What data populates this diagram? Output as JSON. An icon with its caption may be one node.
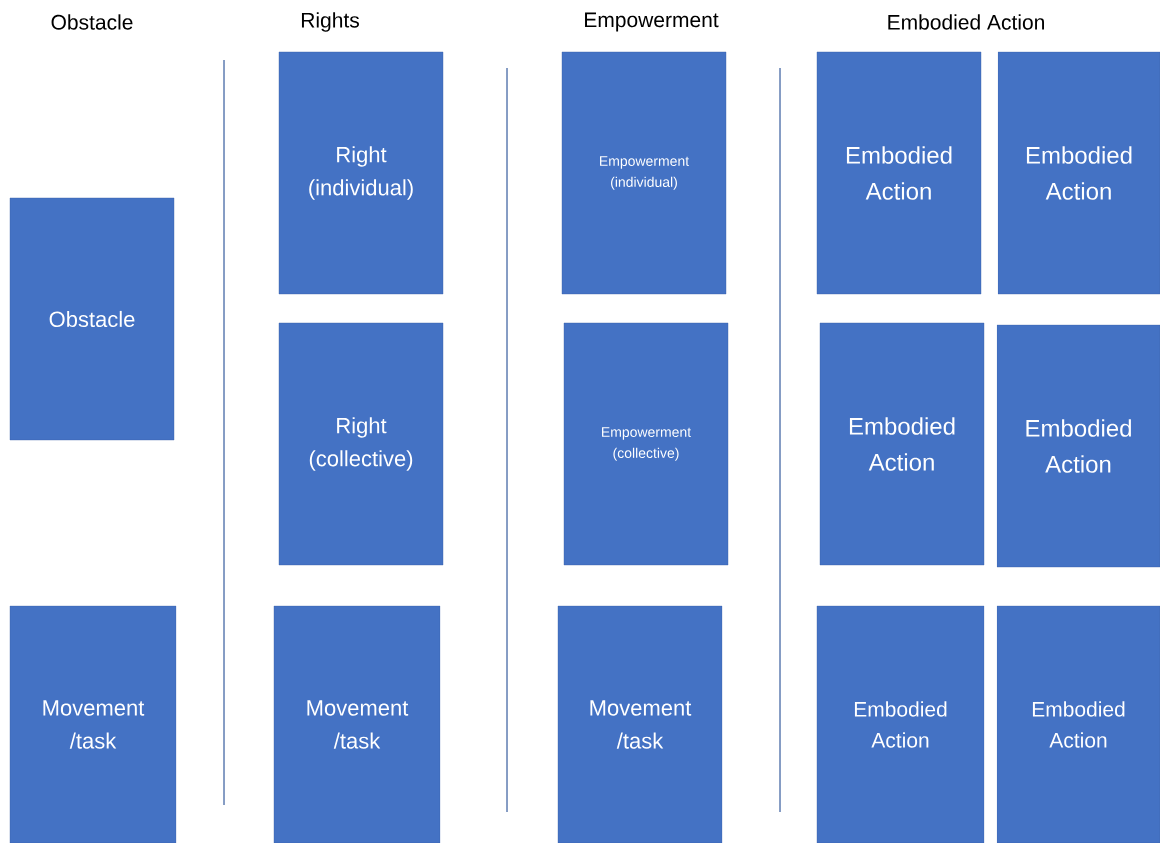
{
  "diagram": {
    "nodes": [
      {
        "text": [
          "Obstacle"
        ]
      },
      {
        "text": [
          "Movement /task"
        ]
      },
      {
        "text": [
          "Right (individual)"
        ]
      },
      {
        "text": [
          "Right (collective)"
        ]
      },
      {
        "text": [
          "Movement /task"
        ]
      },
      {
        "text": [
          "Empowerment (individual)"
        ]
      },
      {
        "text": [
          "Empowerment (collective)"
        ]
      },
      {
        "text": [
          "Movement /task"
        ]
      },
      {
        "text": [
          "Embodied Action"
        ]
      },
      {
        "text": [
          "Embodied Action"
        ]
      },
      {
        "text": [
          "Embodied Action"
        ]
      },
      {
        "text": [
          "Embodied Action"
        ]
      },
      {
        "text": [
          "Embodied Action"
        ]
      },
      {
        "text": [
          "Embodied Action"
        ]
      }
    ],
    "labels": [
      "Obstacle",
      "Rights",
      "Empowerment",
      "Embodied Action"
    ]
  }
}
